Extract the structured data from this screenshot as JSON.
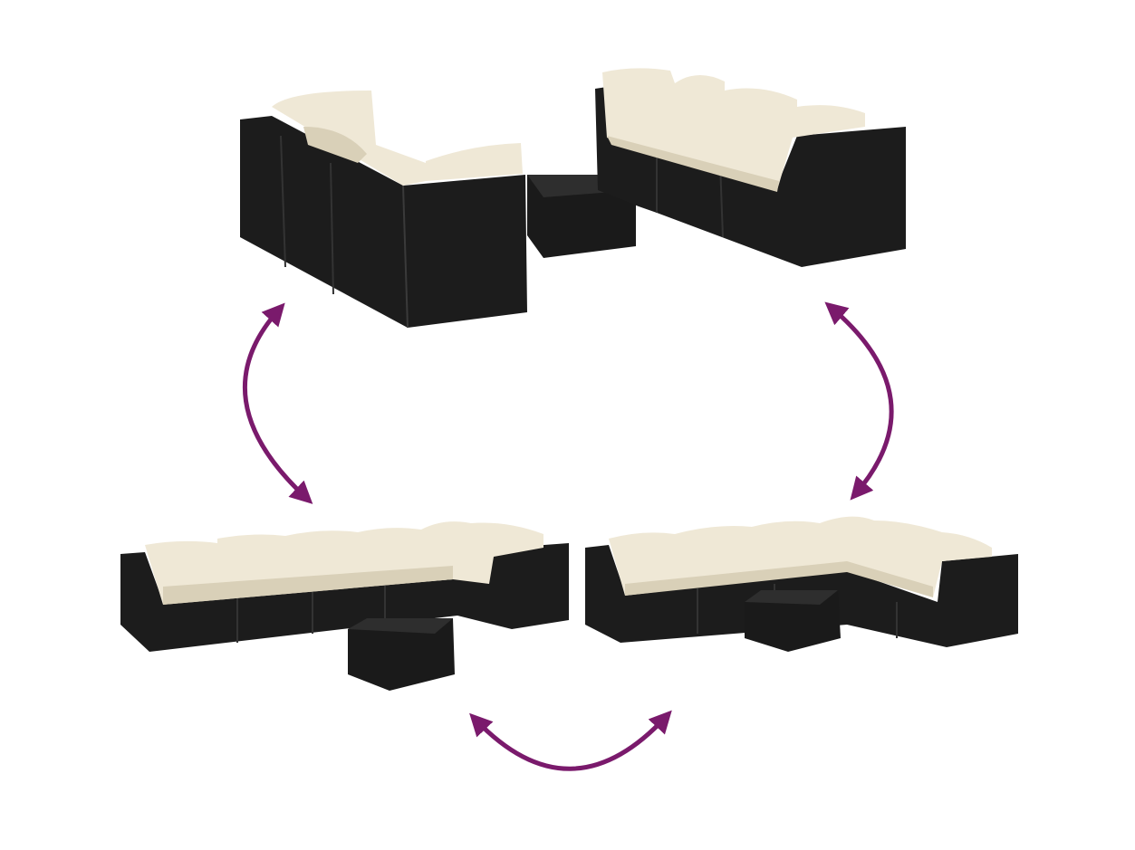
{
  "colors": {
    "background": "#ffffff",
    "rattan": "#1c1c1c",
    "rattan_edge": "#333333",
    "cushion": "#efe8d6",
    "cushion_shade": "#d9d0b8",
    "arrow": "#7a1a6c"
  },
  "scenes": [
    {
      "name": "top-left-configuration",
      "icon": "sofa-set"
    },
    {
      "name": "top-right-configuration",
      "icon": "sofa-set"
    },
    {
      "name": "bottom-left-configuration",
      "icon": "sofa-set"
    },
    {
      "name": "bottom-right-configuration",
      "icon": "sofa-set"
    }
  ],
  "arrows": [
    {
      "name": "arrow-left",
      "icon": "double-arrow-curved"
    },
    {
      "name": "arrow-right",
      "icon": "double-arrow-curved"
    },
    {
      "name": "arrow-bottom",
      "icon": "double-arrow-curved"
    }
  ]
}
